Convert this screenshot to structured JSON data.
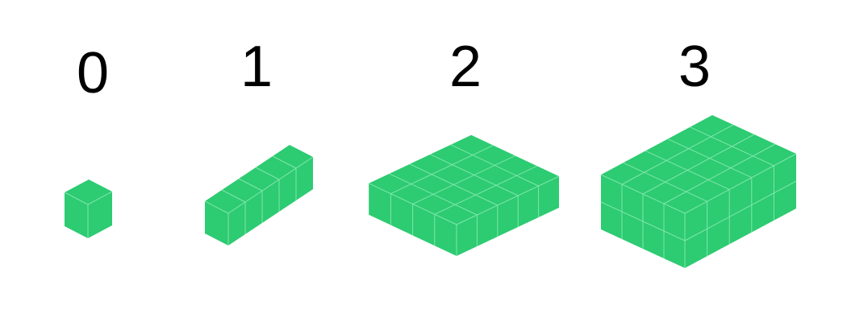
{
  "colors": {
    "top_face": "#2dcb72",
    "left_face": "#2dcb72",
    "right_face": "#2dcb72",
    "grid_line": "#7fe7aa",
    "label_text": "#000000"
  },
  "figures": [
    {
      "label": "0",
      "name": "single-cube-0d",
      "grid": {
        "cols": 1,
        "rows": 1,
        "layers": 1
      }
    },
    {
      "label": "1",
      "name": "row-of-cubes-1d",
      "grid": {
        "cols": 5,
        "rows": 1,
        "layers": 1
      }
    },
    {
      "label": "2",
      "name": "slab-of-cubes-2d",
      "grid": {
        "cols": 5,
        "rows": 4,
        "layers": 1
      }
    },
    {
      "label": "3",
      "name": "block-of-cubes-3d",
      "grid": {
        "cols": 5,
        "rows": 4,
        "layers": 2
      }
    }
  ]
}
